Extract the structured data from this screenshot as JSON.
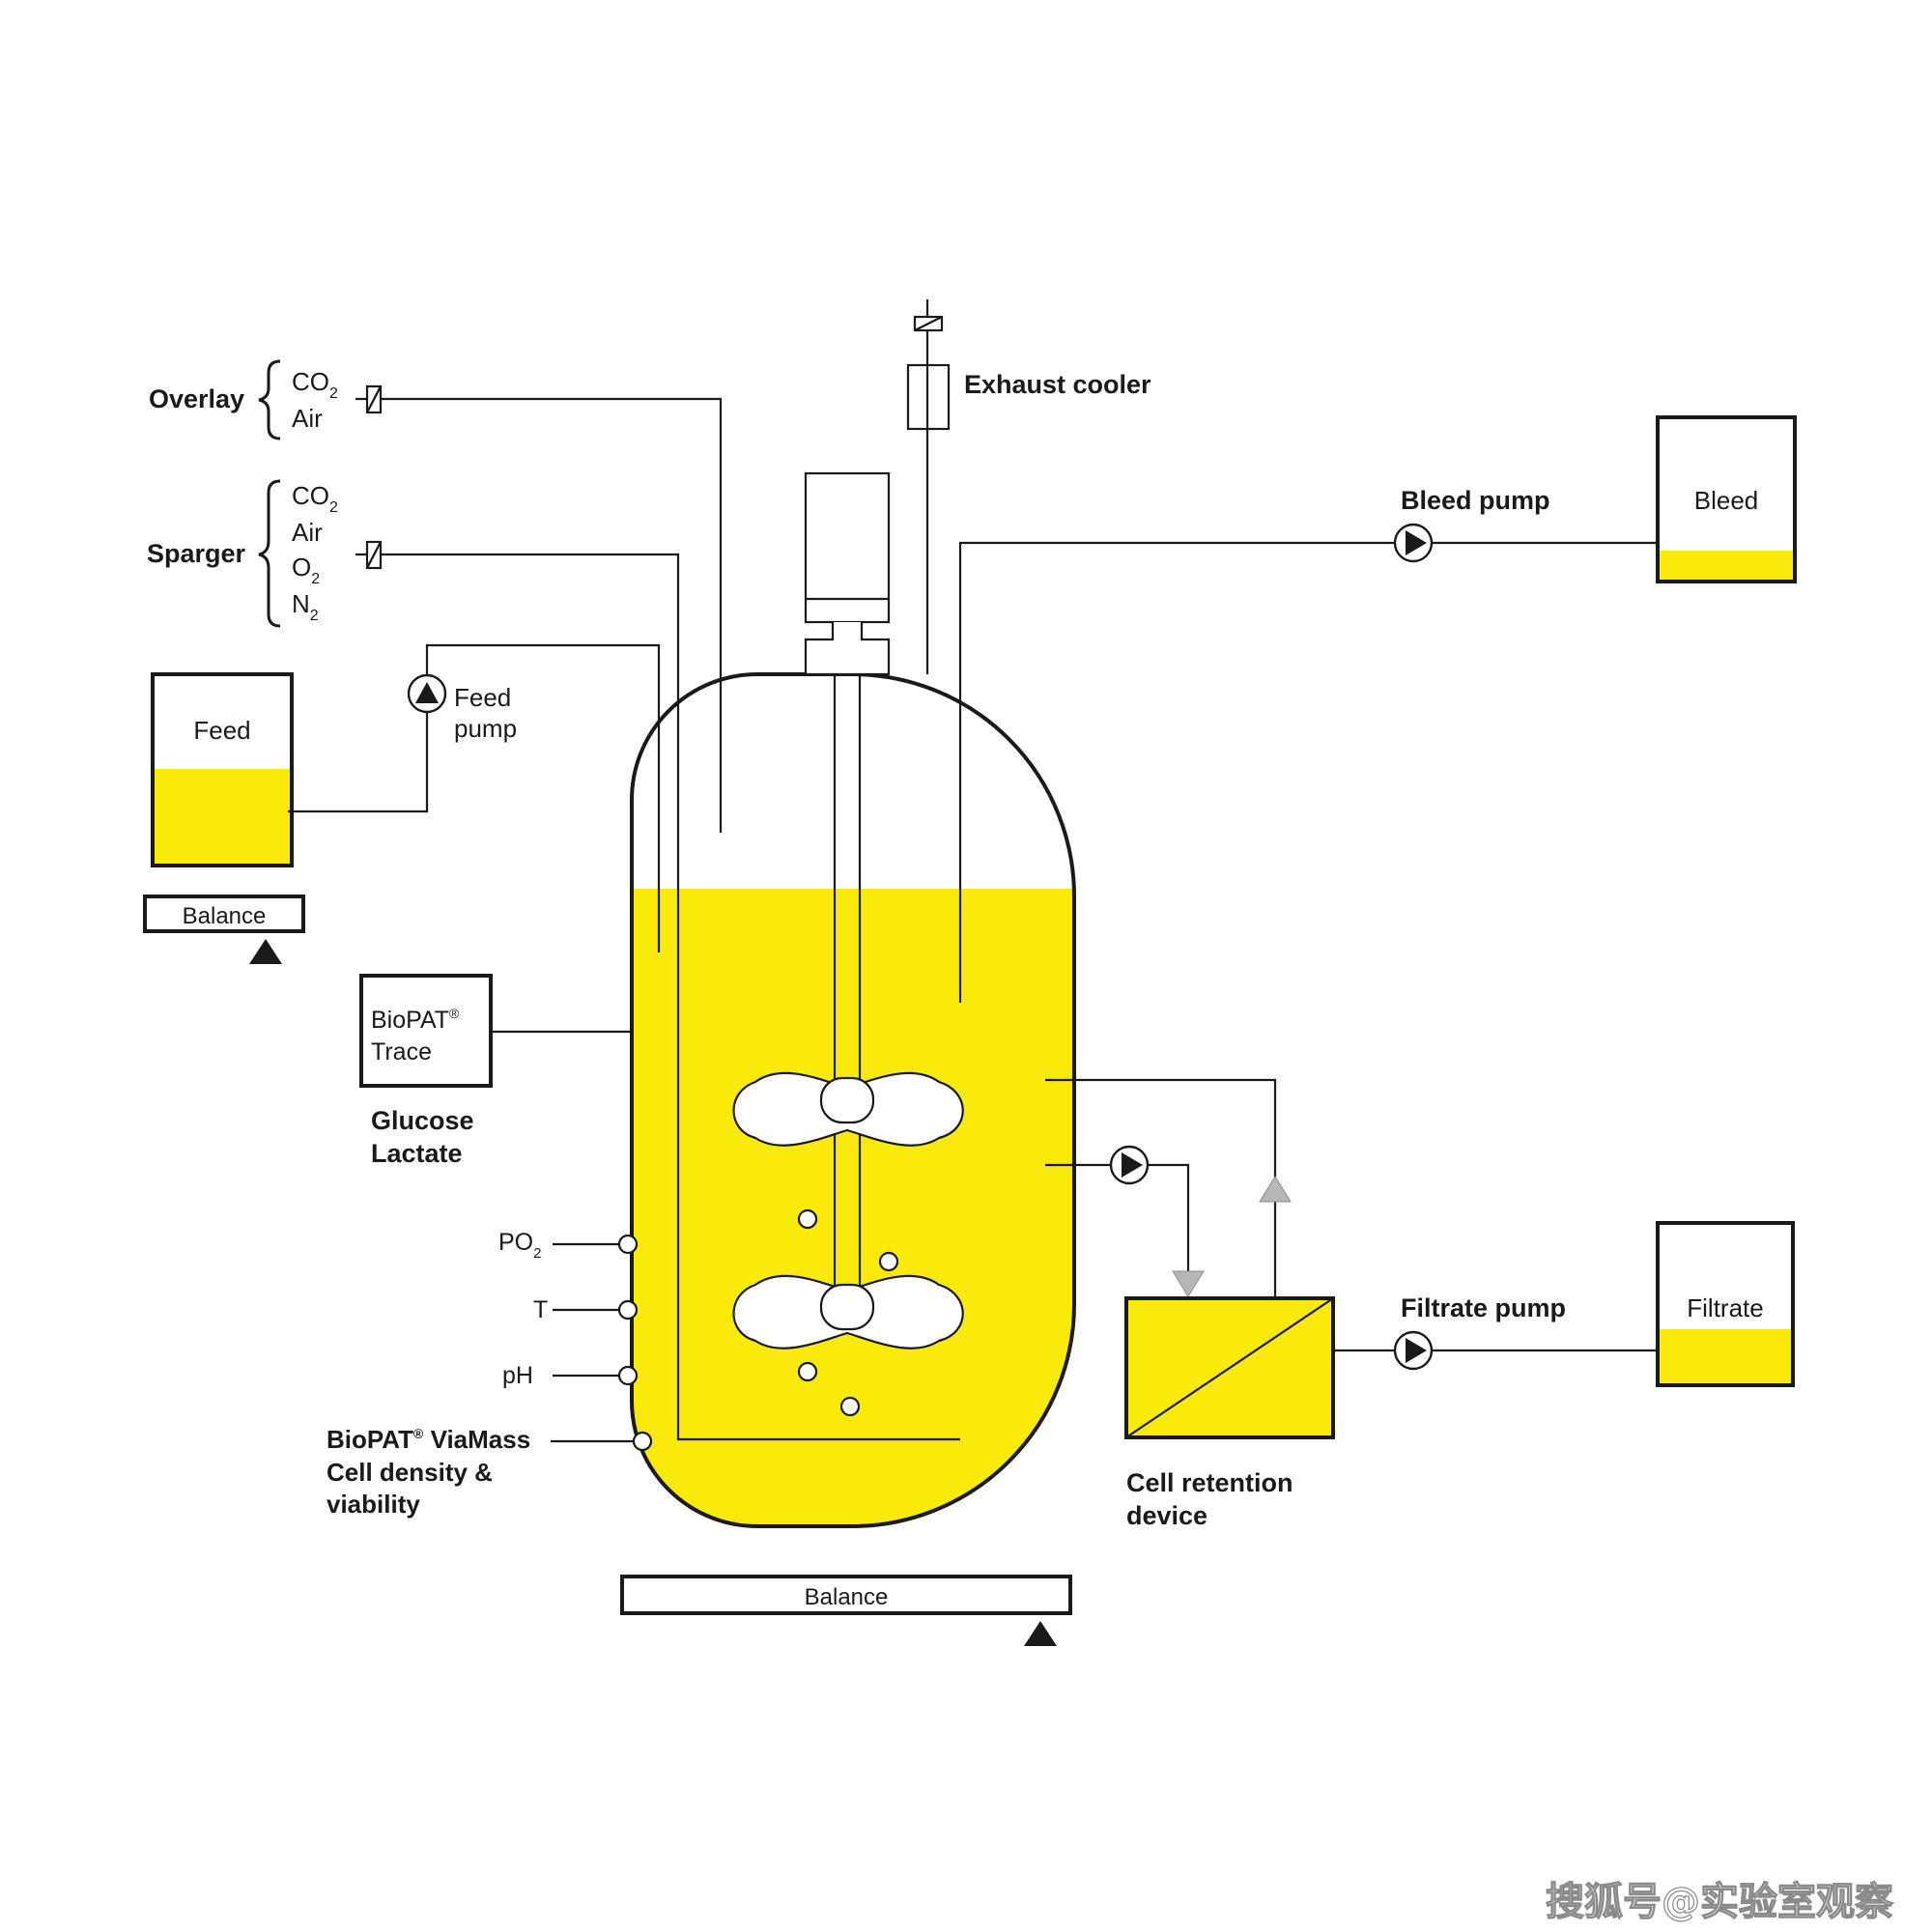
{
  "colors": {
    "liquid": "#f9ea0c",
    "line": "#1a1a1a",
    "gray_arrow": "#b7b7b7"
  },
  "labels": {
    "overlay": "Overlay",
    "overlay_co2": "CO",
    "overlay_air": "Air",
    "sparger": "Sparger",
    "sparger_co2": "CO",
    "sparger_air": "Air",
    "sparger_o2": "O",
    "sparger_n2": "N",
    "sub2": "2",
    "exhaust_cooler": "Exhaust cooler",
    "bleed_pump": "Bleed pump",
    "bleed": "Bleed",
    "feed": "Feed",
    "feed_pump_1": "Feed",
    "feed_pump_2": "pump",
    "balance_small": "Balance",
    "balance_main": "Balance",
    "biopat_trace_1": "BioPAT",
    "biopat_trace_2": "Trace",
    "reg": "®",
    "glucose": "Glucose",
    "lactate": "Lactate",
    "po": "PO",
    "t": "T",
    "ph": "pH",
    "viamass_1": "BioPAT",
    "viamass_1b": " ViaMass",
    "viamass_2": "Cell density &",
    "viamass_3": "viability",
    "cell_retention_1": "Cell retention",
    "cell_retention_2": "device",
    "filtrate_pump": "Filtrate pump",
    "filtrate": "Filtrate",
    "watermark": "搜狐号@实验室观察"
  }
}
